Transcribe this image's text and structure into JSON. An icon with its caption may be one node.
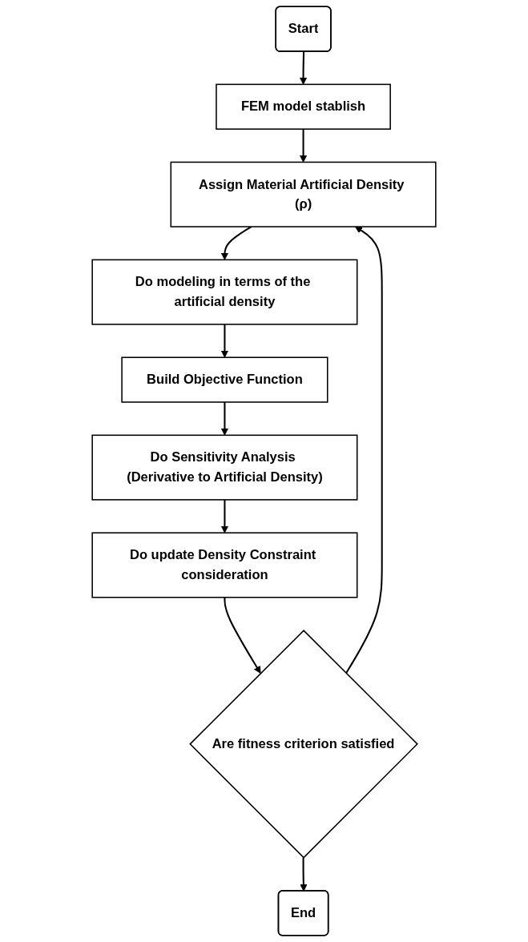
{
  "diagram": {
    "nodes": [
      {
        "text": [
          "Start"
        ]
      },
      {
        "text": [
          "FEM model stablish"
        ]
      },
      {
        "text": [
          "Assign Material Artificial Density (ρ)"
        ]
      },
      {
        "text": [
          "Do modeling in terms of the artificial density"
        ]
      },
      {
        "text": [
          "Build Objective Function"
        ]
      },
      {
        "text": [
          "Do Sensitivity Analysis (Derivative to Artificial Density)"
        ]
      },
      {
        "text": [
          "Do update Density Constraint consideration"
        ]
      },
      {
        "text": [
          "Are fitness criterion satisfied"
        ]
      },
      {
        "text": [
          "End"
        ]
      }
    ],
    "edges": [
      {
        "from": 0,
        "to": 1,
        "arrow": "to"
      },
      {
        "from": 1,
        "to": 2,
        "arrow": "to"
      },
      {
        "from": 2,
        "to": 3,
        "arrow": "to"
      },
      {
        "from": 3,
        "to": 4,
        "arrow": "to"
      },
      {
        "from": 4,
        "to": 5,
        "arrow": "to"
      },
      {
        "from": 5,
        "to": 6,
        "arrow": "to"
      },
      {
        "from": 6,
        "to": 7,
        "arrow": "to"
      },
      {
        "from": 7,
        "to": 8,
        "arrow": "to"
      },
      {
        "from": 7,
        "to": 2,
        "arrow": "to"
      }
    ]
  }
}
